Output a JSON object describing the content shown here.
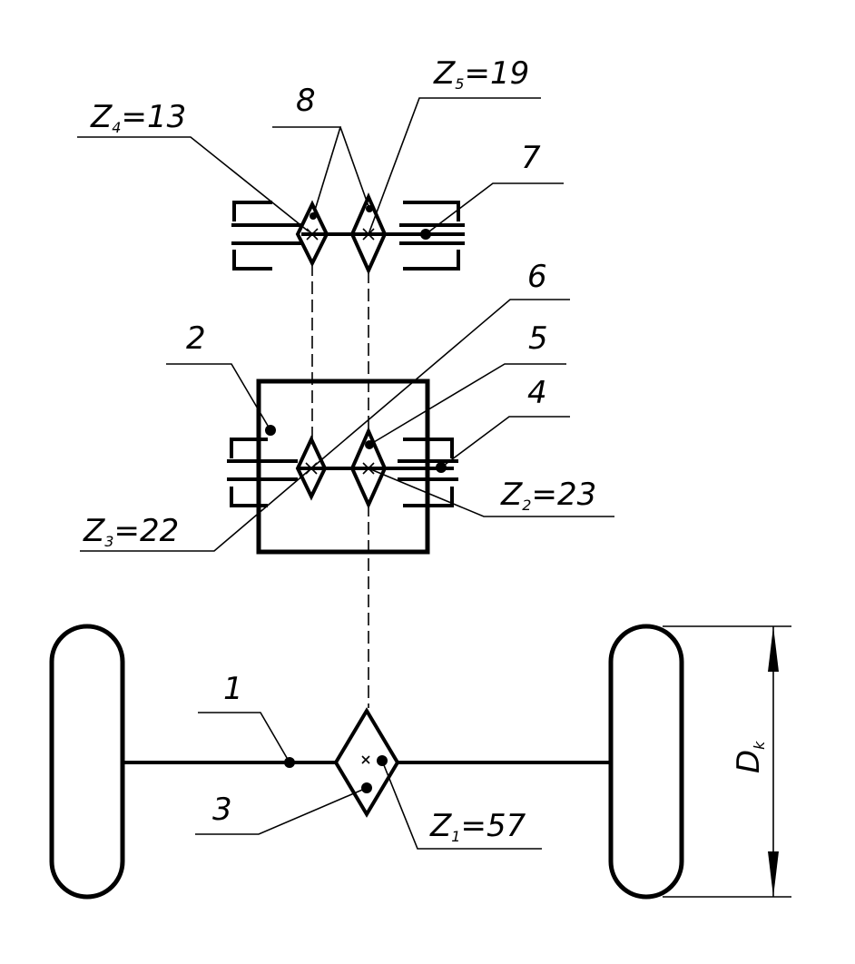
{
  "labels": {
    "z4": "Z",
    "z4_sub": "4",
    "z4_val": "=13",
    "z5": "Z",
    "z5_sub": "5",
    "z5_val": "=19",
    "z3": "Z",
    "z3_sub": "3",
    "z3_val": "=22",
    "z2": "Z",
    "z2_sub": "2",
    "z2_val": "=23",
    "z1": "Z",
    "z1_sub": "1",
    "z1_val": "=57",
    "dk": "D",
    "dk_sub": "k"
  },
  "callouts": {
    "n1": "1",
    "n2": "2",
    "n3": "3",
    "n4": "4",
    "n5": "5",
    "n6": "6",
    "n7": "7",
    "n8": "8"
  }
}
